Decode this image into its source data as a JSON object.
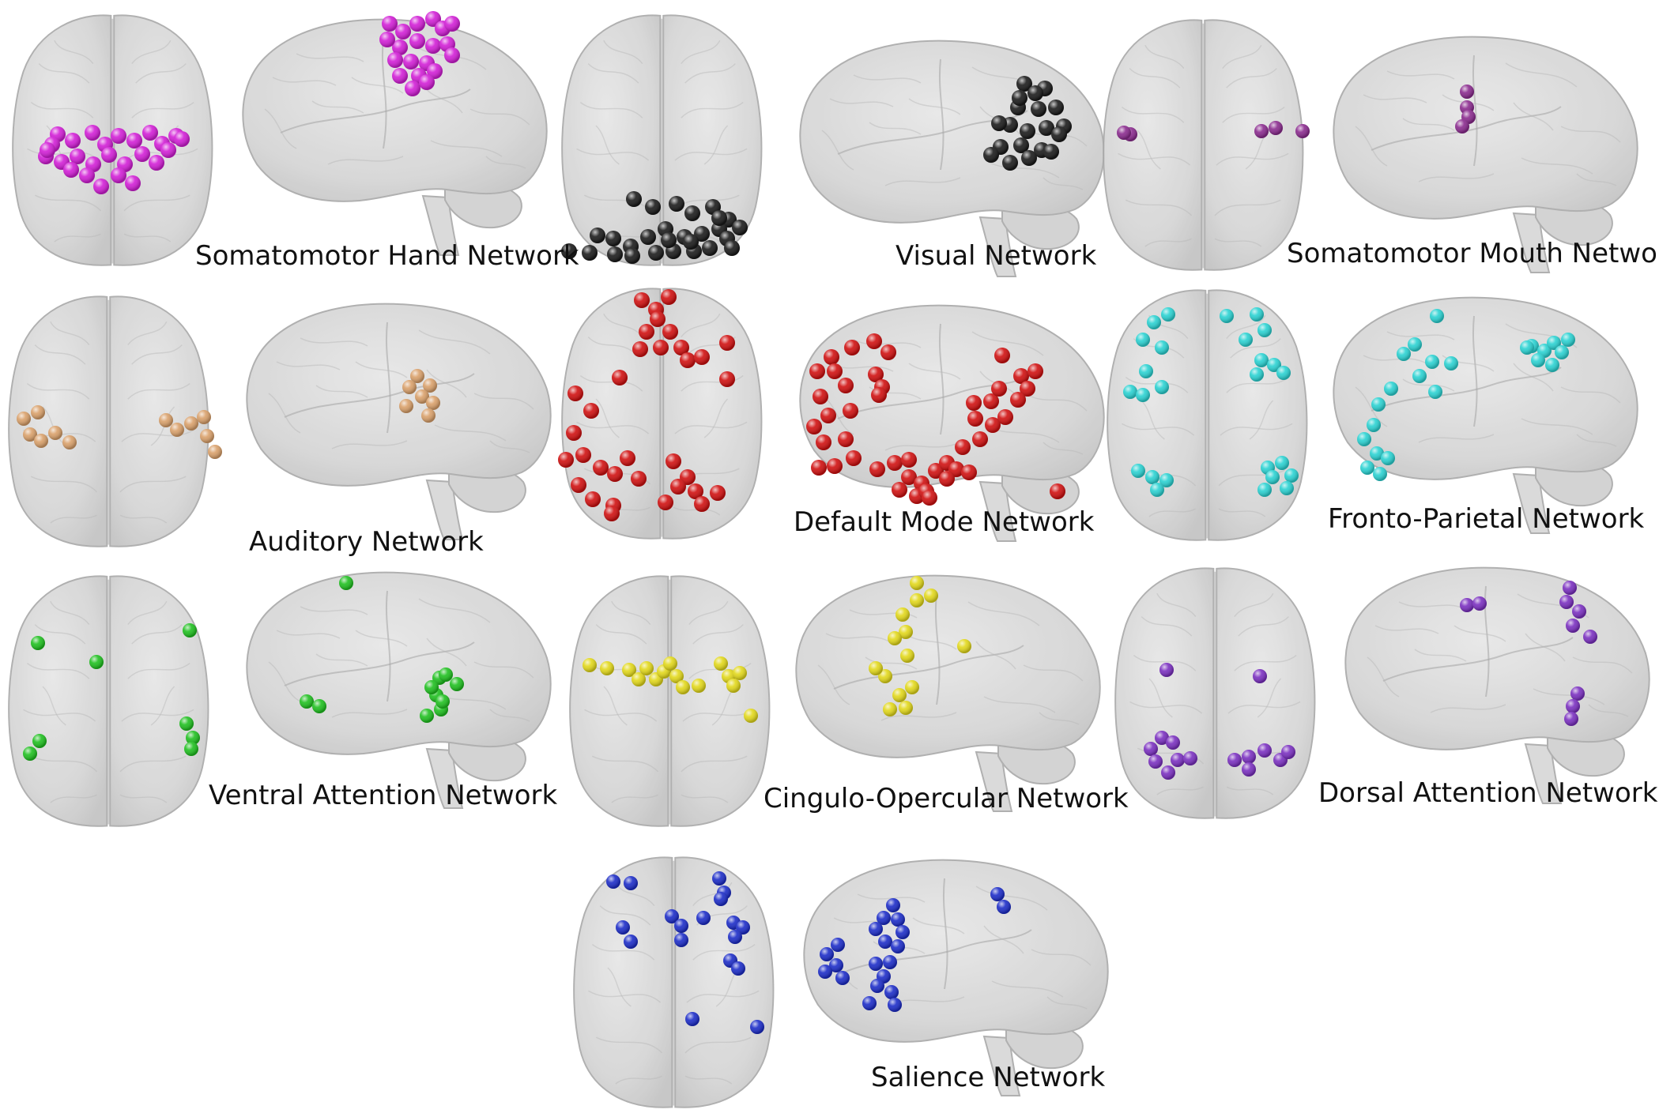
{
  "networks": [
    {
      "id": "smh",
      "label": "Somatomotor Hand Network",
      "color": "#d21ed6"
    },
    {
      "id": "vis",
      "label": "Visual Network",
      "color": "#1a1a1a"
    },
    {
      "id": "smm",
      "label": "Somatomotor Mouth Network",
      "color": "#8a2a8e"
    },
    {
      "id": "aud",
      "label": "Auditory Network",
      "color": "#d9a06a"
    },
    {
      "id": "dmn",
      "label": "Default Mode Network",
      "color": "#d01010"
    },
    {
      "id": "fpn",
      "label": "Fronto-Parietal Network",
      "color": "#2ad2d2"
    },
    {
      "id": "van",
      "label": "Ventral Attention Network",
      "color": "#1fc01f"
    },
    {
      "id": "con",
      "label": "Cingulo-Opercular Network",
      "color": "#e2d81a"
    },
    {
      "id": "dan",
      "label": "Dorsal Attention Network",
      "color": "#7a2fc0"
    },
    {
      "id": "sal",
      "label": "Salience Network",
      "color": "#1c2cc8"
    }
  ]
}
